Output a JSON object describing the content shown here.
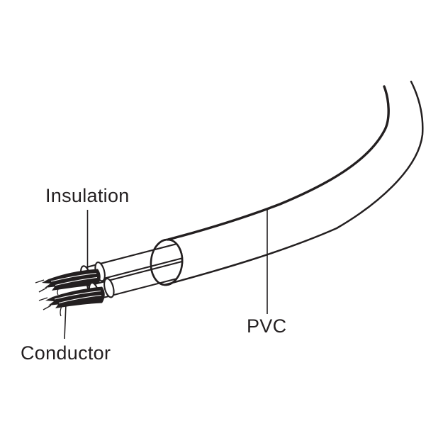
{
  "figure": {
    "background_color": "#ffffff",
    "line_color": "#231f20",
    "labels": {
      "insulation": "Insulation",
      "conductor": "Conductor",
      "pvc": "PVC"
    }
  }
}
